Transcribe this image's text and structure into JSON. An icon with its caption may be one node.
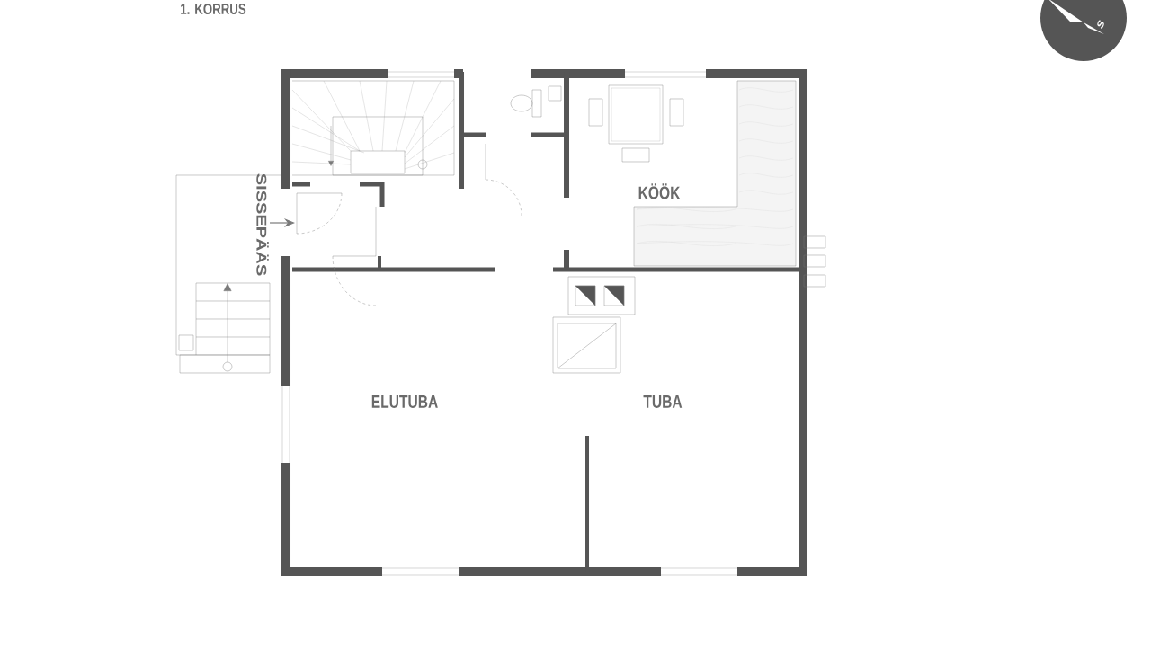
{
  "diagram": {
    "labels": [
      "1. KORRUS",
      "S",
      "SISSEPÄÄS",
      "KÖÖK",
      "ELUTUBA",
      "TUBA"
    ]
  }
}
